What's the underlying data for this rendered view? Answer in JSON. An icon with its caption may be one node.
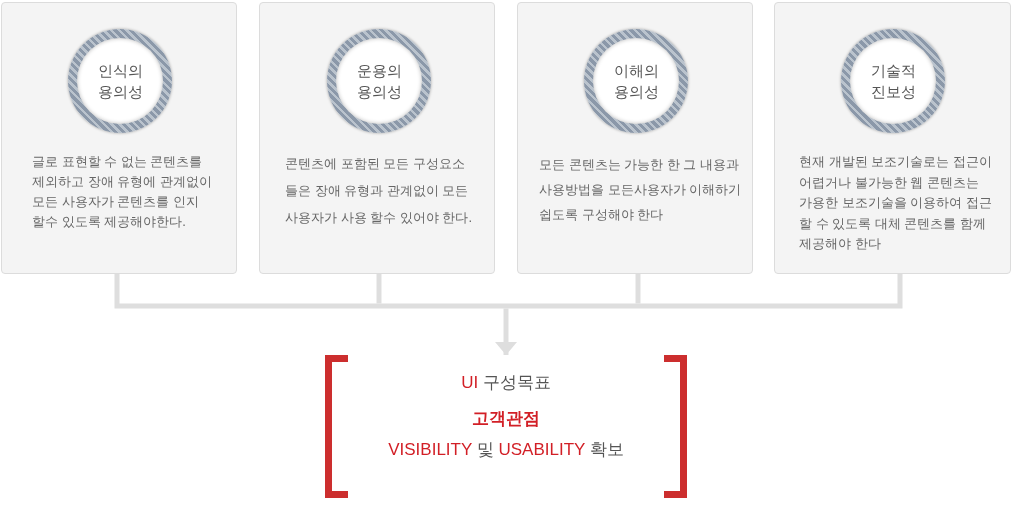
{
  "diagram": {
    "nodes": [
      {
        "text": [
          "글로 표현할 수 없는 콘텐츠를 제외하고 장애 유형에 관계없이 모든 사용자가 콘텐츠를 인지 할수 있도록 제공해야한다."
        ]
      },
      {
        "text": [
          "인식의 용의성"
        ],
        "in": 0
      },
      {
        "text": [
          "콘텐츠에 포함된 모든 구성요소 들은 장애 유형과 관계없이 모든 사용자가 사용 할수 있어야 한다."
        ]
      },
      {
        "text": [
          "운용의 용의성"
        ],
        "in": 2
      },
      {
        "text": [
          "모든 콘텐츠는 가능한 한 그 내용과 사용방법을 모든사용자가 이해하기 쉽도록 구성해야 한다"
        ]
      },
      {
        "text": [
          "이해의 용의성"
        ],
        "in": 4
      },
      {
        "text": [
          "현재 개발된 보조기술로는 접근이 어렵거나 불가능한 웹 콘텐츠는 가용한 보조기술을 이용하여 접근 할 수 있도록 대체 콘텐츠를 함께 제공해야 한다"
        ]
      },
      {
        "text": [
          "기술적 진보성"
        ],
        "in": 6
      },
      {
        "text": [
          "**UI** 구성목표",
          "고객관점",
          "**VISIBILITY** 및 **USABILITY** 확보"
        ]
      }
    ],
    "edges": [
      {
        "from": 0,
        "to": 8,
        "arrow": "to"
      },
      {
        "from": 2,
        "to": 8,
        "arrow": "to"
      },
      {
        "from": 4,
        "to": 8,
        "arrow": "to"
      },
      {
        "from": 6,
        "to": 8,
        "arrow": "to"
      }
    ]
  }
}
